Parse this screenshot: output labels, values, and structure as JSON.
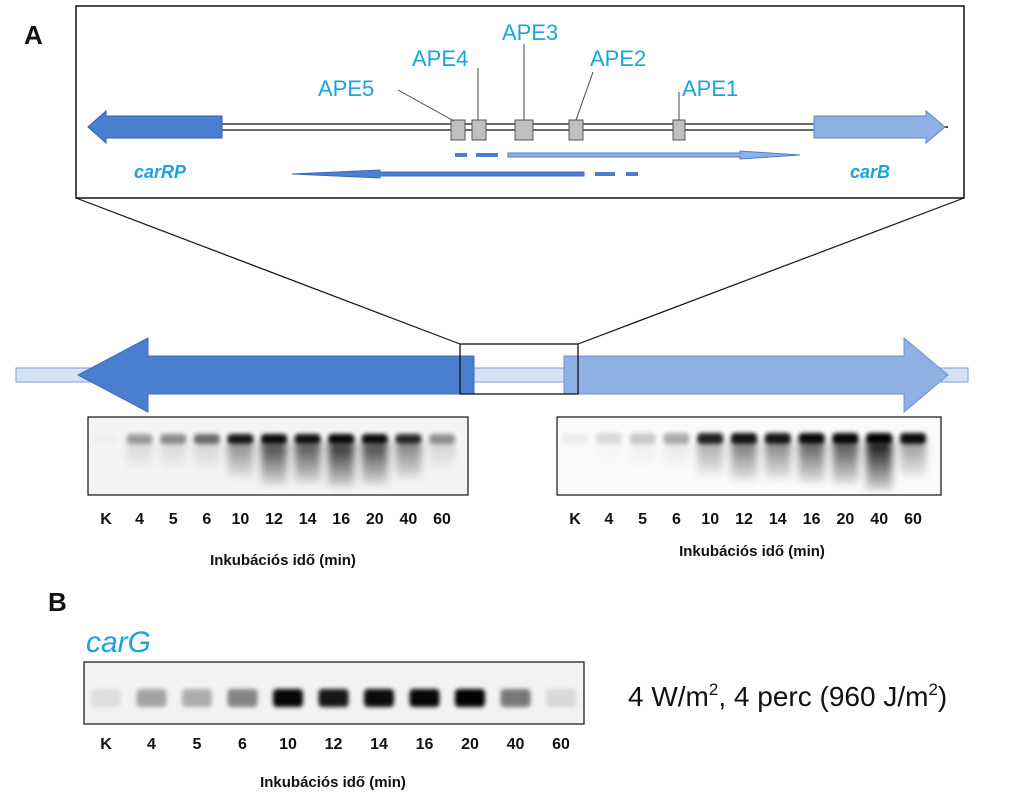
{
  "panels": {
    "a": {
      "letter": "A"
    },
    "b": {
      "letter": "B"
    }
  },
  "detail": {
    "ape_elements": [
      {
        "label": "APE5"
      },
      {
        "label": "APE4"
      },
      {
        "label": "APE3"
      },
      {
        "label": "APE2"
      },
      {
        "label": "APE1"
      }
    ],
    "left_gene": "carRP",
    "right_gene": "carB"
  },
  "overview": {
    "left_gene": "carRP",
    "right_gene": "carB"
  },
  "blots": {
    "carRP": {
      "lanes": [
        "K",
        "4",
        "5",
        "6",
        "10",
        "12",
        "14",
        "16",
        "20",
        "40",
        "60"
      ],
      "band_intensity": [
        0.02,
        0.35,
        0.42,
        0.55,
        0.9,
        0.95,
        0.92,
        0.97,
        0.95,
        0.82,
        0.4
      ],
      "smear_intensity": [
        0.0,
        0.12,
        0.12,
        0.15,
        0.45,
        0.75,
        0.7,
        0.85,
        0.75,
        0.5,
        0.15
      ],
      "axis_title": "Inkubációs idő (min)"
    },
    "carB": {
      "lanes": [
        "K",
        "4",
        "5",
        "6",
        "10",
        "12",
        "14",
        "16",
        "20",
        "40",
        "60"
      ],
      "band_intensity": [
        0.05,
        0.12,
        0.18,
        0.3,
        0.85,
        0.92,
        0.9,
        0.95,
        0.97,
        0.99,
        0.95
      ],
      "smear_intensity": [
        0.0,
        0.02,
        0.05,
        0.08,
        0.35,
        0.55,
        0.5,
        0.65,
        0.7,
        0.95,
        0.4
      ],
      "axis_title": "Inkubációs idő (min)"
    },
    "carG": {
      "gene_label": "carG",
      "lanes": [
        "K",
        "4",
        "5",
        "6",
        "10",
        "12",
        "14",
        "16",
        "20",
        "40",
        "60"
      ],
      "band_intensity": [
        0.08,
        0.32,
        0.28,
        0.45,
        0.97,
        0.9,
        0.95,
        0.97,
        0.99,
        0.5,
        0.1
      ],
      "smear_intensity": [
        0,
        0,
        0,
        0,
        0,
        0,
        0,
        0,
        0,
        0,
        0
      ],
      "axis_title": "Inkubációs idő (min)"
    }
  },
  "condition": {
    "part1": "4 W/m",
    "sup1": "2",
    "part2": ", 4 perc (960 J/m",
    "sup2": "2",
    "part3": ")"
  },
  "colors": {
    "label_blue": "#1aa3dc",
    "carRP_blue": "#4a7fcf",
    "carB_blue": "#8fb0e2",
    "ape_gray": "#c0c0c0",
    "line_gray": "#bcd0ee"
  }
}
